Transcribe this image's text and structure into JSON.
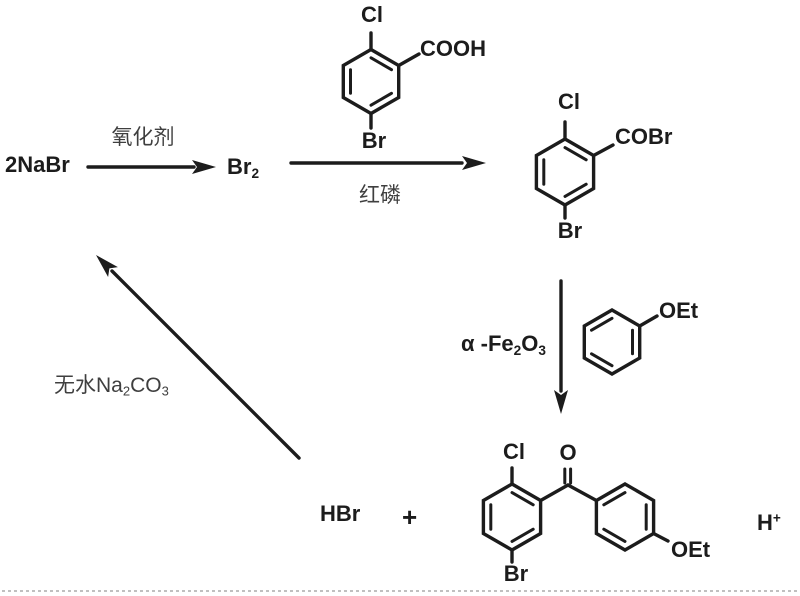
{
  "colors": {
    "ink": "#1c1c1c",
    "cjk_text": "#3f3f3f",
    "bottom_dots": "#c0c0c0",
    "background": "#ffffff"
  },
  "scheme": {
    "reactant_start": "2NaBr",
    "arrow1_label_above": "氧化剂",
    "intermediate_br2": {
      "main": "Br",
      "sub": "2"
    },
    "arrow2_label_below": "红磷",
    "benzoic_acid_structure": {
      "top": "Cl",
      "right": "COOH",
      "bottom": "Br"
    },
    "acyl_bromide_structure": {
      "top": "Cl",
      "right": "COBr",
      "bottom": "Br"
    },
    "arrow3_catalyst": {
      "p1": "α -Fe",
      "s1": "2",
      "p2": "O",
      "s2": "3"
    },
    "phenetole_structure": {
      "substituent": "OEt"
    },
    "product_structure": {
      "cl": "Cl",
      "carbonyl_o": "O",
      "br": "Br",
      "oet": "OEt"
    },
    "byproduct_hbr": "HBr",
    "plus_sign": "+",
    "proton": {
      "main": "H",
      "sup": "+"
    },
    "recycle_arrow_label": {
      "p1": "无水Na",
      "s1": "2",
      "p2": "CO",
      "s2": "3"
    }
  }
}
